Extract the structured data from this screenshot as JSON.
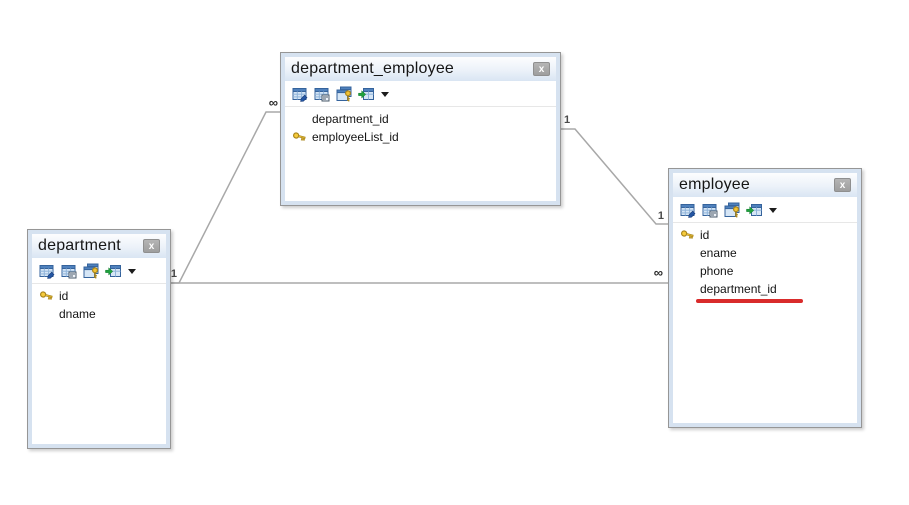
{
  "diagram": {
    "close_button_label": "x",
    "tables": [
      {
        "title": "department_employee",
        "fields": [
          {
            "name": "department_id",
            "primary_key": false
          },
          {
            "name": "employeeList_id",
            "primary_key": true
          }
        ]
      },
      {
        "title": "department",
        "fields": [
          {
            "name": "id",
            "primary_key": true
          },
          {
            "name": "dname",
            "primary_key": false
          }
        ]
      },
      {
        "title": "employee",
        "fields": [
          {
            "name": "id",
            "primary_key": true
          },
          {
            "name": "ename",
            "primary_key": false
          },
          {
            "name": "phone",
            "primary_key": false
          },
          {
            "name": "department_id",
            "primary_key": false,
            "annotated_red_underline": true
          }
        ]
      }
    ],
    "toolbar_icons": [
      "edit-table",
      "table-properties",
      "manage-keys",
      "insert-column",
      "dropdown-caret"
    ],
    "relationships": [
      {
        "from": "department",
        "to": "department_employee",
        "from_cardinality": "1",
        "to_cardinality": "∞"
      },
      {
        "from": "department",
        "to": "employee",
        "from_cardinality": "1",
        "to_cardinality": "∞"
      },
      {
        "from": "department_employee",
        "to": "employee",
        "from_cardinality": "1",
        "to_cardinality": "1"
      }
    ],
    "colors": {
      "annotation_underline": "#d92b2b",
      "table_frame": "#d6e2f0",
      "connector": "#a8a8a8",
      "key_icon_gold": "#f2c335",
      "grid_icon_blue": "#4f81bd"
    }
  }
}
